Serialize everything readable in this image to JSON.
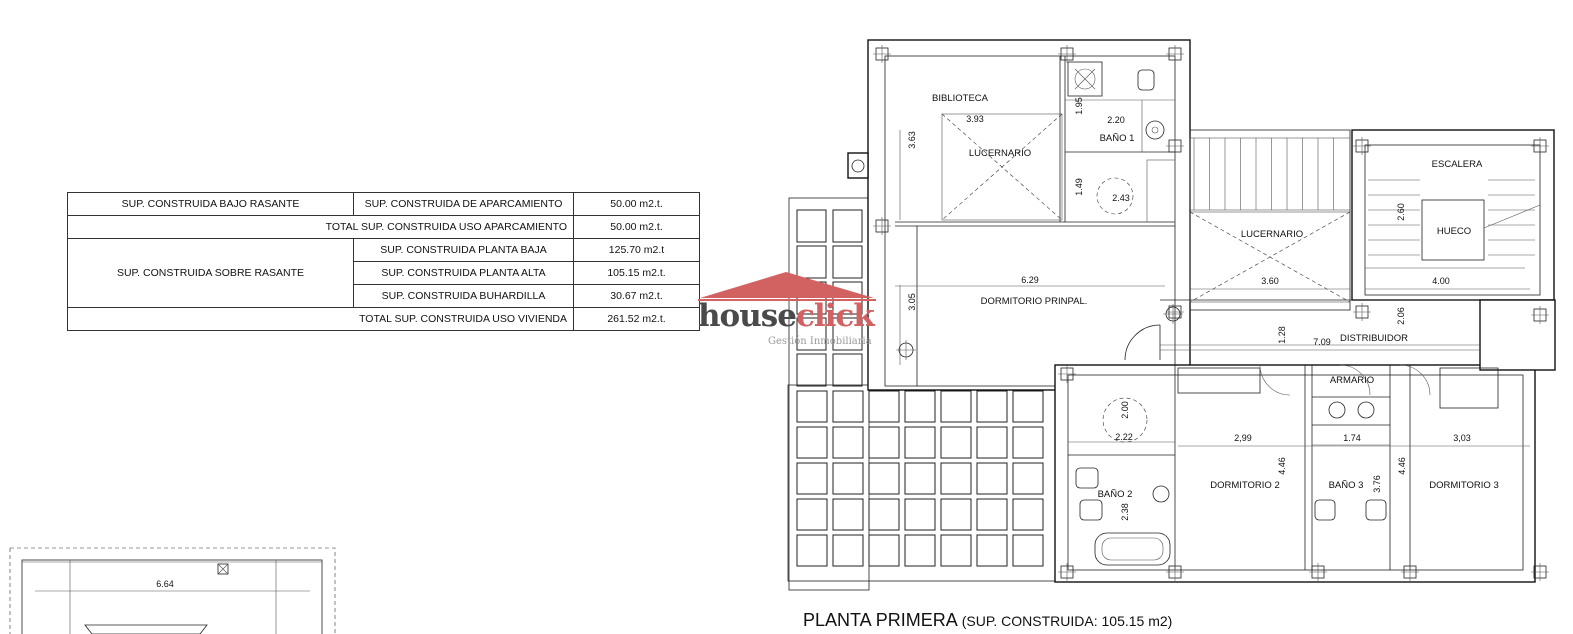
{
  "area_table": {
    "rows": [
      {
        "c1": "SUP. CONSTRUIDA BAJO RASANTE",
        "c2": "SUP. CONSTRUIDA DE APARCAMIENTO",
        "c3": "50.00 m2.t."
      },
      {
        "merged": "TOTAL SUP. CONSTRUIDA USO APARCAMIENTO",
        "c3": "50.00 m2.t."
      },
      {
        "c1": "SUP. CONSTRUIDA SOBRE RASANTE",
        "c2": "SUP. CONSTRUIDA PLANTA BAJA",
        "c3": "125.70 m2.t"
      },
      {
        "c2": "SUP. CONSTRUIDA PLANTA ALTA",
        "c3": "105.15 m2.t."
      },
      {
        "c2": "SUP. CONSTRUIDA BUHARDILLA",
        "c3": "30.67 m2.t."
      },
      {
        "merged": "TOTAL SUP. CONSTRUIDA USO VIVIENDA",
        "c3": "261.52 m2.t."
      }
    ]
  },
  "plan": {
    "title": "PLANTA PRIMERA",
    "subtitle": "(SUP. CONSTRUIDA: 105.15 m2)",
    "rooms": {
      "biblioteca": "BIBLIOTECA",
      "lucernario_1": "LUCERNARIO",
      "bano_1": "BAÑO 1",
      "dormitorio_principal": "DORMITORIO PRINPAL.",
      "lucernario_2": "LUCERNARIO",
      "escalera": "ESCALERA",
      "hueco": "HUECO",
      "distribuidor": "DISTRIBUIDOR",
      "armario": "ARMARIO",
      "bano_2": "BAÑO 2",
      "dormitorio_2": "DORMITORIO 2",
      "bano_3": "BAÑO 3",
      "dormitorio_3": "DORMITORIO 3"
    },
    "dimensions": {
      "d393": "3.93",
      "d363": "3.63",
      "d195": "1.95",
      "d220": "2.20",
      "d149": "1.49",
      "d243": "2.43",
      "d629": "6.29",
      "d305": "3.05",
      "d360": "3.60",
      "d260": "2.60",
      "d400": "4.00",
      "d206": "2.06",
      "d128": "1.28",
      "d709": "7.09",
      "d200": "2.00",
      "d222": "2.22",
      "d238": "2.38",
      "d299": "2,99",
      "d446a": "4.46",
      "d174": "1.74",
      "d376": "3.76",
      "d446b": "4.46",
      "d303": "3,03"
    }
  },
  "attic": {
    "dimension": "6.64"
  },
  "logo": {
    "word_1": "house",
    "word_2": "click",
    "tagline": "Gestión Inmobiliaria",
    "accent_color": "#d26161"
  }
}
